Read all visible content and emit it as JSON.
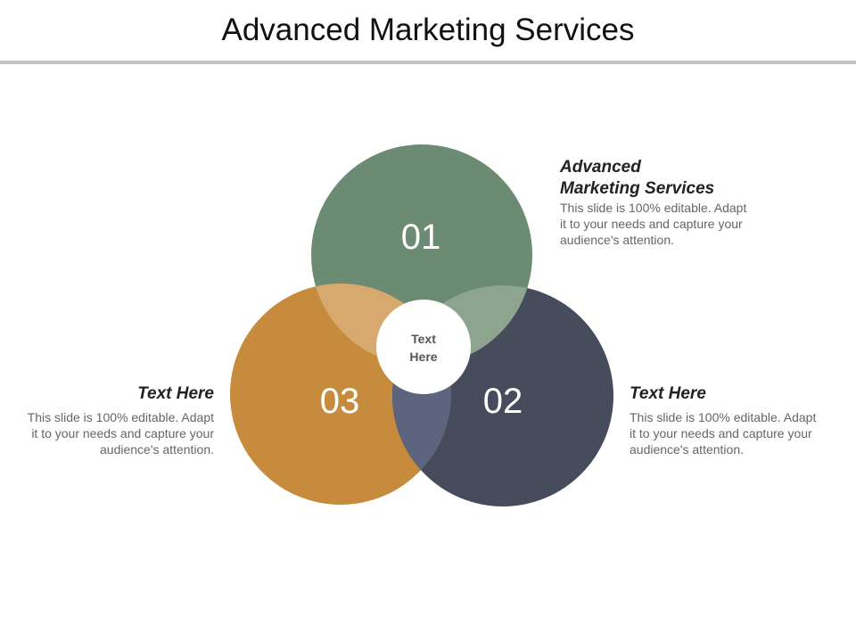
{
  "title": "Advanced Marketing Services",
  "colors": {
    "circle_01": "#6b8c72",
    "circle_02": "#474c5c",
    "circle_03": "#c68b3c",
    "overlap_01_03": "#d8a96f",
    "overlap_01_02": "#8da58f",
    "overlap_02_03": "#5d657e",
    "rule": "#c3c3c3"
  },
  "diagram": {
    "center_label_line1": "Text",
    "center_label_line2": "Here",
    "circles": [
      {
        "number": "01"
      },
      {
        "number": "02"
      },
      {
        "number": "03"
      }
    ]
  },
  "blocks": {
    "b01": {
      "heading_line1": "Advanced",
      "heading_line2": "Marketing Services",
      "body_line1": "This slide is 100% editable. Adapt",
      "body_line2": "it to your needs and capture your",
      "body_line3": "audience's attention."
    },
    "b02": {
      "heading": "Text Here",
      "body_line1": "This slide is 100% editable. Adapt",
      "body_line2": "it to your needs and capture your",
      "body_line3": "audience's attention."
    },
    "b03": {
      "heading": "Text Here",
      "body_line1": "This slide is 100% editable. Adapt",
      "body_line2": "it to your needs and capture your",
      "body_line3": "audience's attention."
    }
  }
}
